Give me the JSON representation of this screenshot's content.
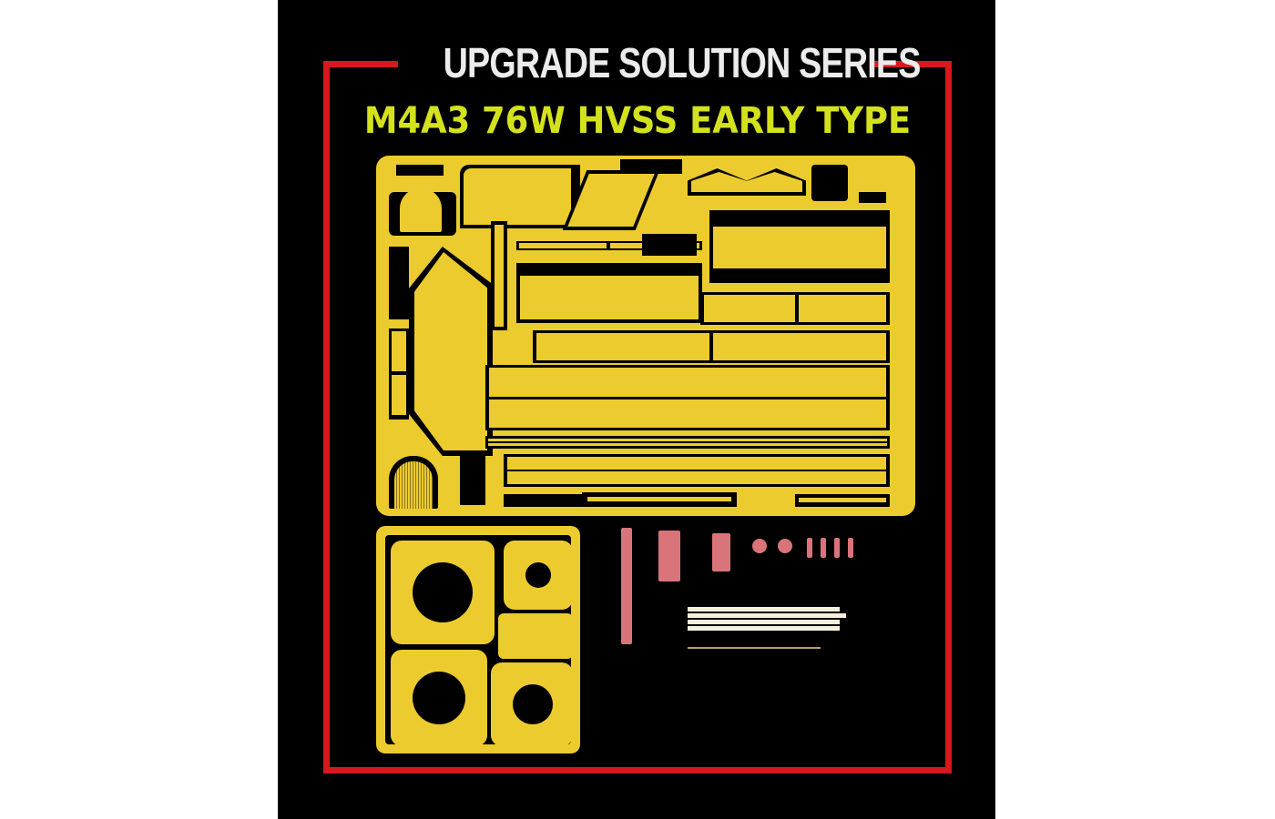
{
  "header": {
    "series_title": "UPGRADE SOLUTION SERIES",
    "product_title": "M4A3 76W HVSS EARLY TYPE"
  },
  "colors": {
    "background": "#000000",
    "frame_red": "#d8181c",
    "series_title_color": "#ececec",
    "product_title_color": "#d4e21e",
    "photo_etch_brass": "#eccb2e",
    "resin_parts": "#d9757a",
    "wire_white": "#f4f0dc"
  },
  "contents": {
    "photo_etch_sheets": [
      {
        "name": "main-photo-etch-fret",
        "description": "large brass photo-etched fret with hull stowage bins, fenders and track guard parts"
      },
      {
        "name": "small-photo-etch-fret",
        "description": "small fret with four square plates with round holes"
      }
    ],
    "resin_parts": [
      {
        "name": "machine-gun-barrel"
      },
      {
        "name": "ammo-box"
      },
      {
        "name": "periscope-cover"
      },
      {
        "name": "hatch-part-1"
      },
      {
        "name": "hatch-part-2"
      },
      {
        "name": "small-pins",
        "count": 4
      }
    ],
    "wires": {
      "white_rods": 4,
      "brass_wire": 1
    }
  }
}
